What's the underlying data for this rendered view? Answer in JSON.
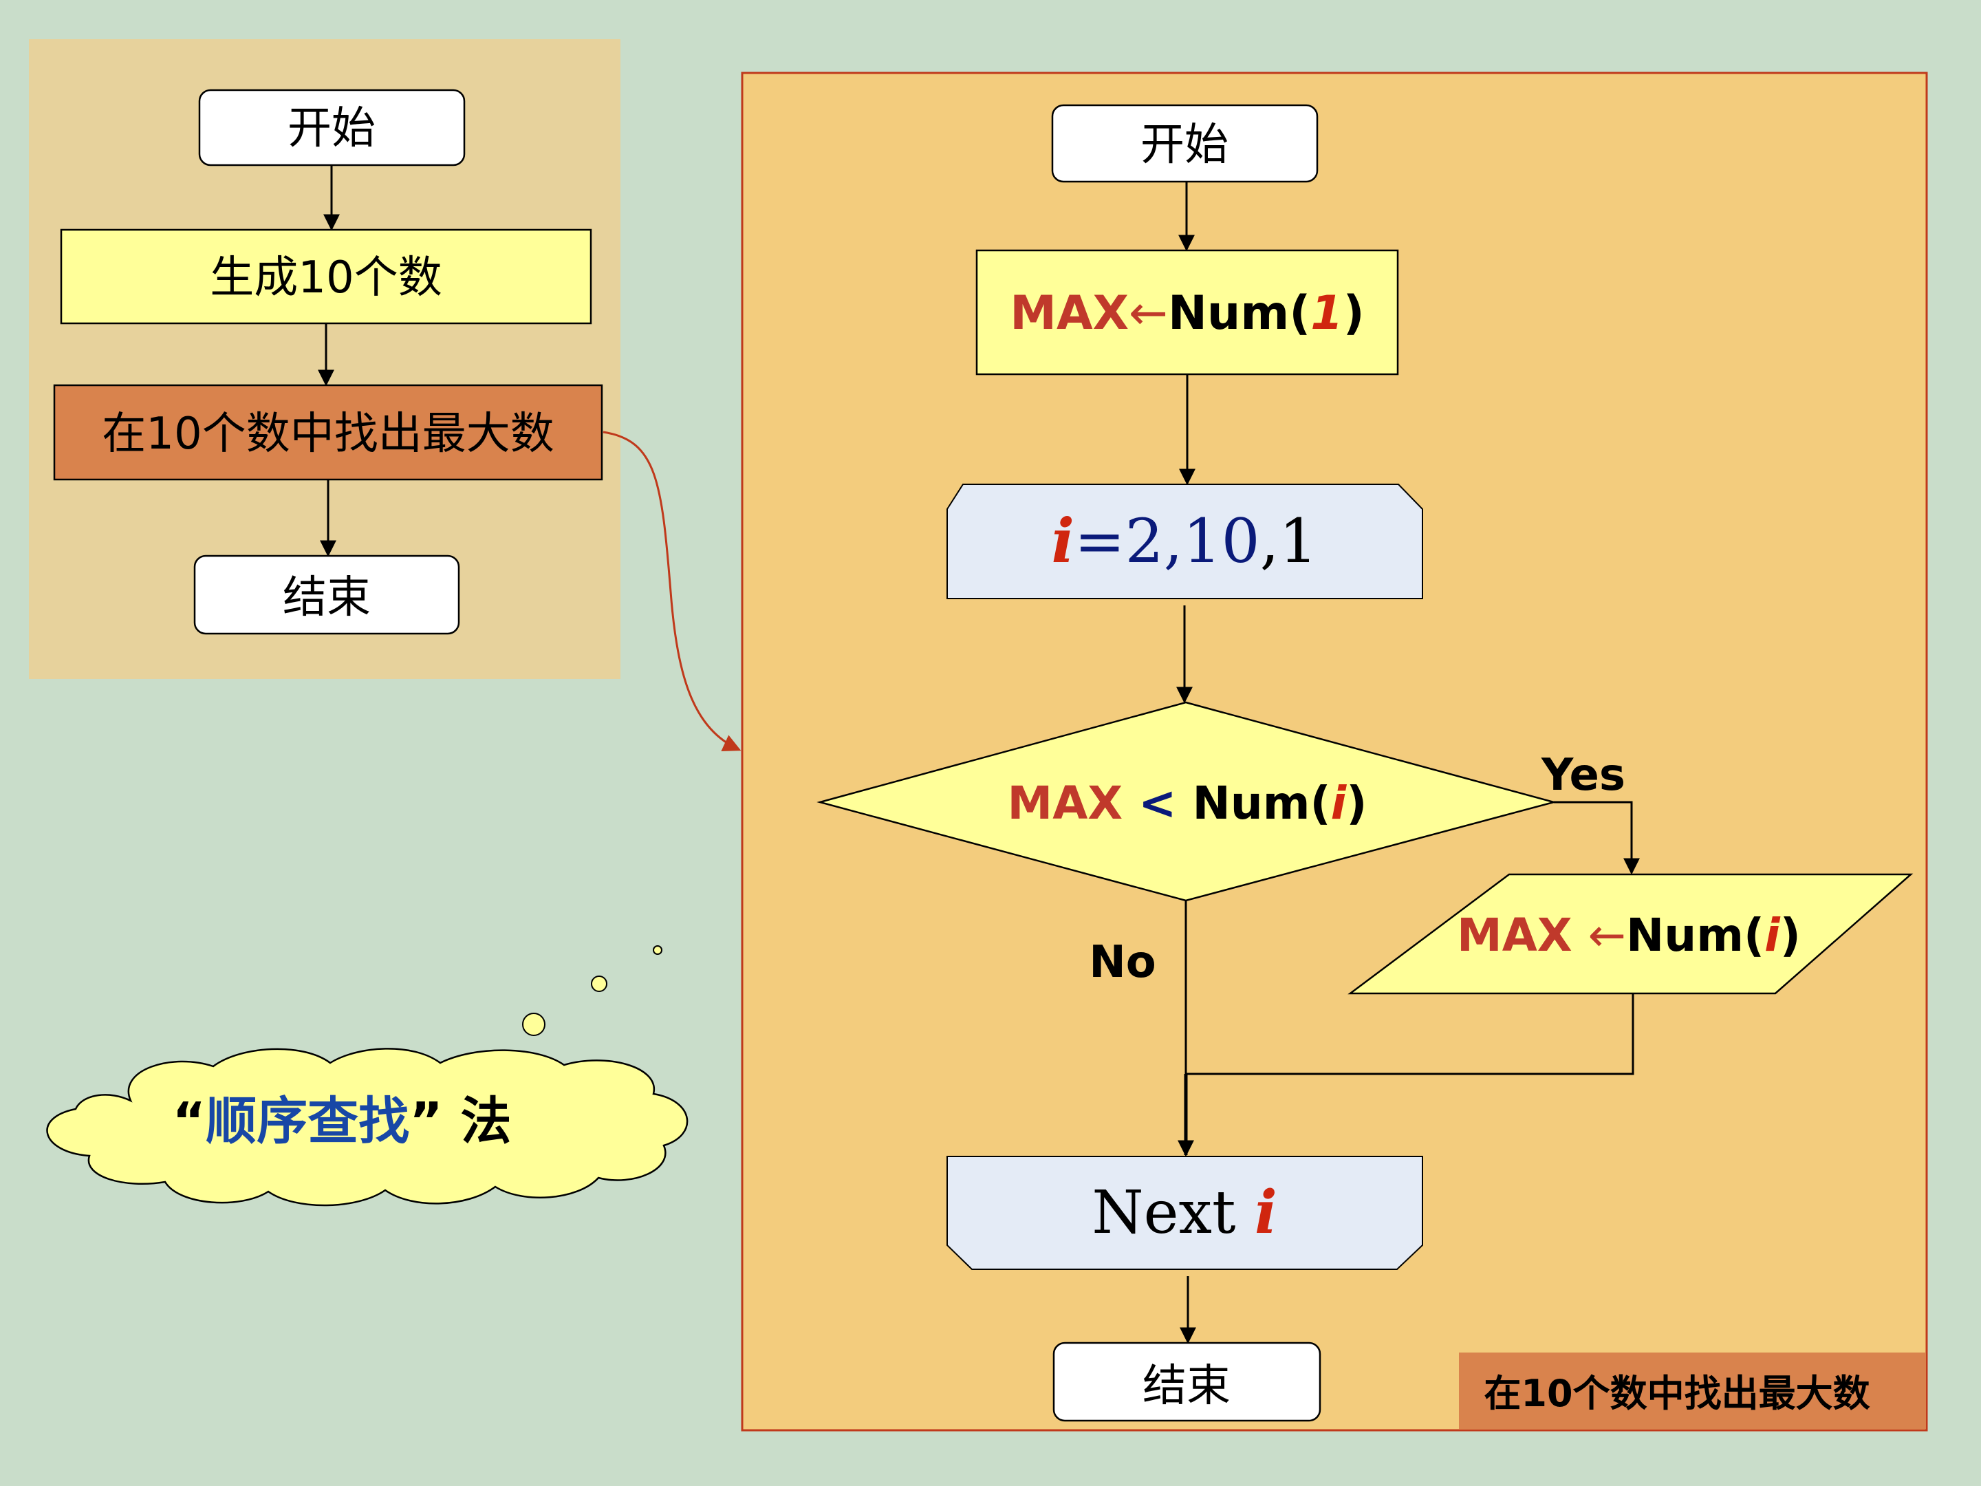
{
  "overview": {
    "start": "开始",
    "generate": "生成10个数",
    "find_max": "在10个数中找出最大数",
    "end": "结束"
  },
  "detail": {
    "start": "开始",
    "init": {
      "lhs": "MAX",
      "arrow": "←",
      "func": "Num(",
      "arg": "1",
      "close": ")"
    },
    "loop": {
      "var": "i",
      "range_a": "=2,",
      "range_b": "10",
      "range_c": ",1"
    },
    "condition": {
      "lhs": "MAX",
      "op": " < ",
      "func": "Num(",
      "arg": "i",
      "close": ")"
    },
    "yes_label": "Yes",
    "no_label": "No",
    "assign": {
      "lhs": "MAX ",
      "arrow": "←",
      "func": "Num(",
      "arg": "i",
      "close": ")"
    },
    "next": {
      "word": "Next ",
      "var": "i"
    },
    "end": "结束",
    "caption": "在10个数中找出最大数"
  },
  "cloud": {
    "open_quote": "“",
    "term": "顺序查找",
    "close_quote": "”",
    "suffix": " 法"
  },
  "colors": {
    "background": "#c9ddca",
    "overview_panel": "#e7d29c",
    "detail_panel": "#f3cc7d",
    "process_box": "#ffff99",
    "highlight_box": "#d9834d",
    "loop_box": "#e4ebf6",
    "accent_red": "#d0260f",
    "connector": "#c0391b"
  }
}
